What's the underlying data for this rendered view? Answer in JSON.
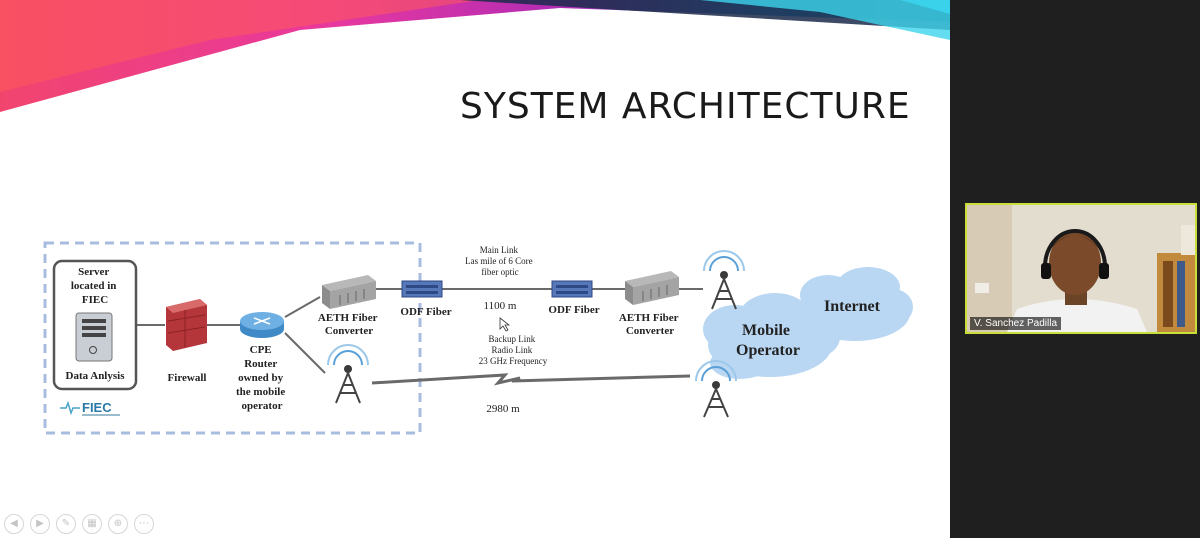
{
  "slide": {
    "title": "SYSTEM ARCHITECTURE",
    "diagram": {
      "server_label": [
        "Server",
        "located in",
        "FIEC"
      ],
      "data_analysis_label": "Data Anlysis",
      "fiec_logo_text": "FIEC",
      "firewall_label": "Firewall",
      "cpe_label": [
        "CPE",
        "Router",
        "owned by",
        "the mobile",
        "operator"
      ],
      "aeth_left_label": [
        "AETH Fiber",
        "Converter"
      ],
      "odf_left_label": "ODF Fiber",
      "main_link_label": [
        "Main Link",
        "Las mile of 6 Core",
        "fiber optic"
      ],
      "main_link_distance": "1100 m",
      "odf_right_label": "ODF Fiber",
      "aeth_right_label": [
        "AETH Fiber",
        "Converter"
      ],
      "backup_link_label": [
        "Backup Link",
        "Radio Link",
        "23 GHz  Frequency"
      ],
      "backup_link_distance": "2980 m",
      "mobile_operator_label": [
        "Mobile",
        "Operator"
      ],
      "internet_label": "Internet"
    }
  },
  "presenter_controls": [
    {
      "icon": "previous-icon",
      "glyph": "◀"
    },
    {
      "icon": "next-icon",
      "glyph": "▶"
    },
    {
      "icon": "pen-icon",
      "glyph": "✎"
    },
    {
      "icon": "slides-grid-icon",
      "glyph": "▦"
    },
    {
      "icon": "zoom-icon",
      "glyph": "⊕"
    },
    {
      "icon": "more-icon",
      "glyph": "⋯"
    }
  ],
  "video": {
    "participant_name": "V. Sanchez Padilla",
    "border_color": "#c9dd3b"
  },
  "colors": {
    "cloud_fill": "#b9d7f2",
    "dashed_border": "#a8bcdf",
    "firewall": "#b5363a"
  }
}
